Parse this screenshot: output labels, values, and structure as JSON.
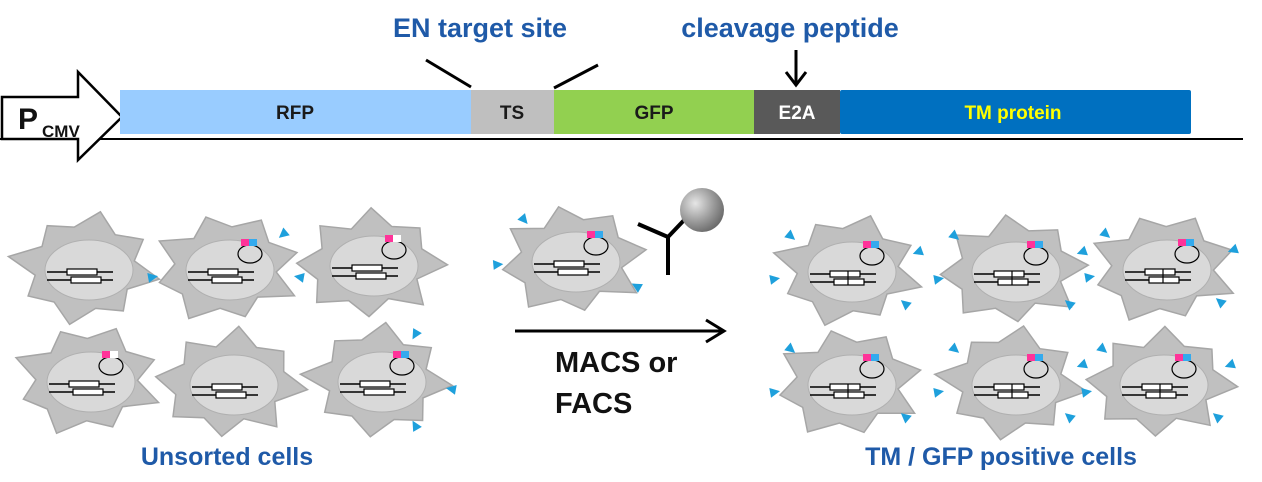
{
  "construct": {
    "promoter": {
      "main": "P",
      "sub": "CMV"
    },
    "segments": [
      {
        "id": "rfp",
        "label": "RFP",
        "color": "#99ccff",
        "text_color": "#1a1a1a"
      },
      {
        "id": "ts",
        "label": "TS",
        "color": "#bfbfbf",
        "text_color": "#1a1a1a"
      },
      {
        "id": "gfp",
        "label": "GFP",
        "color": "#92d050",
        "text_color": "#1a1a1a"
      },
      {
        "id": "e2a",
        "label": "E2A",
        "color": "#595959",
        "text_color": "#ffffff"
      },
      {
        "id": "tm",
        "label": "TM protein",
        "color": "#0070c0",
        "text_color": "#ffff00"
      }
    ],
    "annotations": {
      "en_target_site": "EN target site",
      "cleavage_peptide": "cleavage peptide"
    }
  },
  "sorting": {
    "method_line1": "MACS or",
    "method_line2": "FACS"
  },
  "captions": {
    "unsorted": "Unsorted cells",
    "positive": "TM / GFP positive cells"
  },
  "colors": {
    "label_blue": "#1f5aa8",
    "cell_body": "#c0c0c0",
    "cell_outline": "#a6a6a6",
    "nucleus": "#d9d9d9",
    "surface_marker": "#1ea0dc",
    "rfp_marker": "#ff3399",
    "gfp_marker": "#33aaee"
  }
}
